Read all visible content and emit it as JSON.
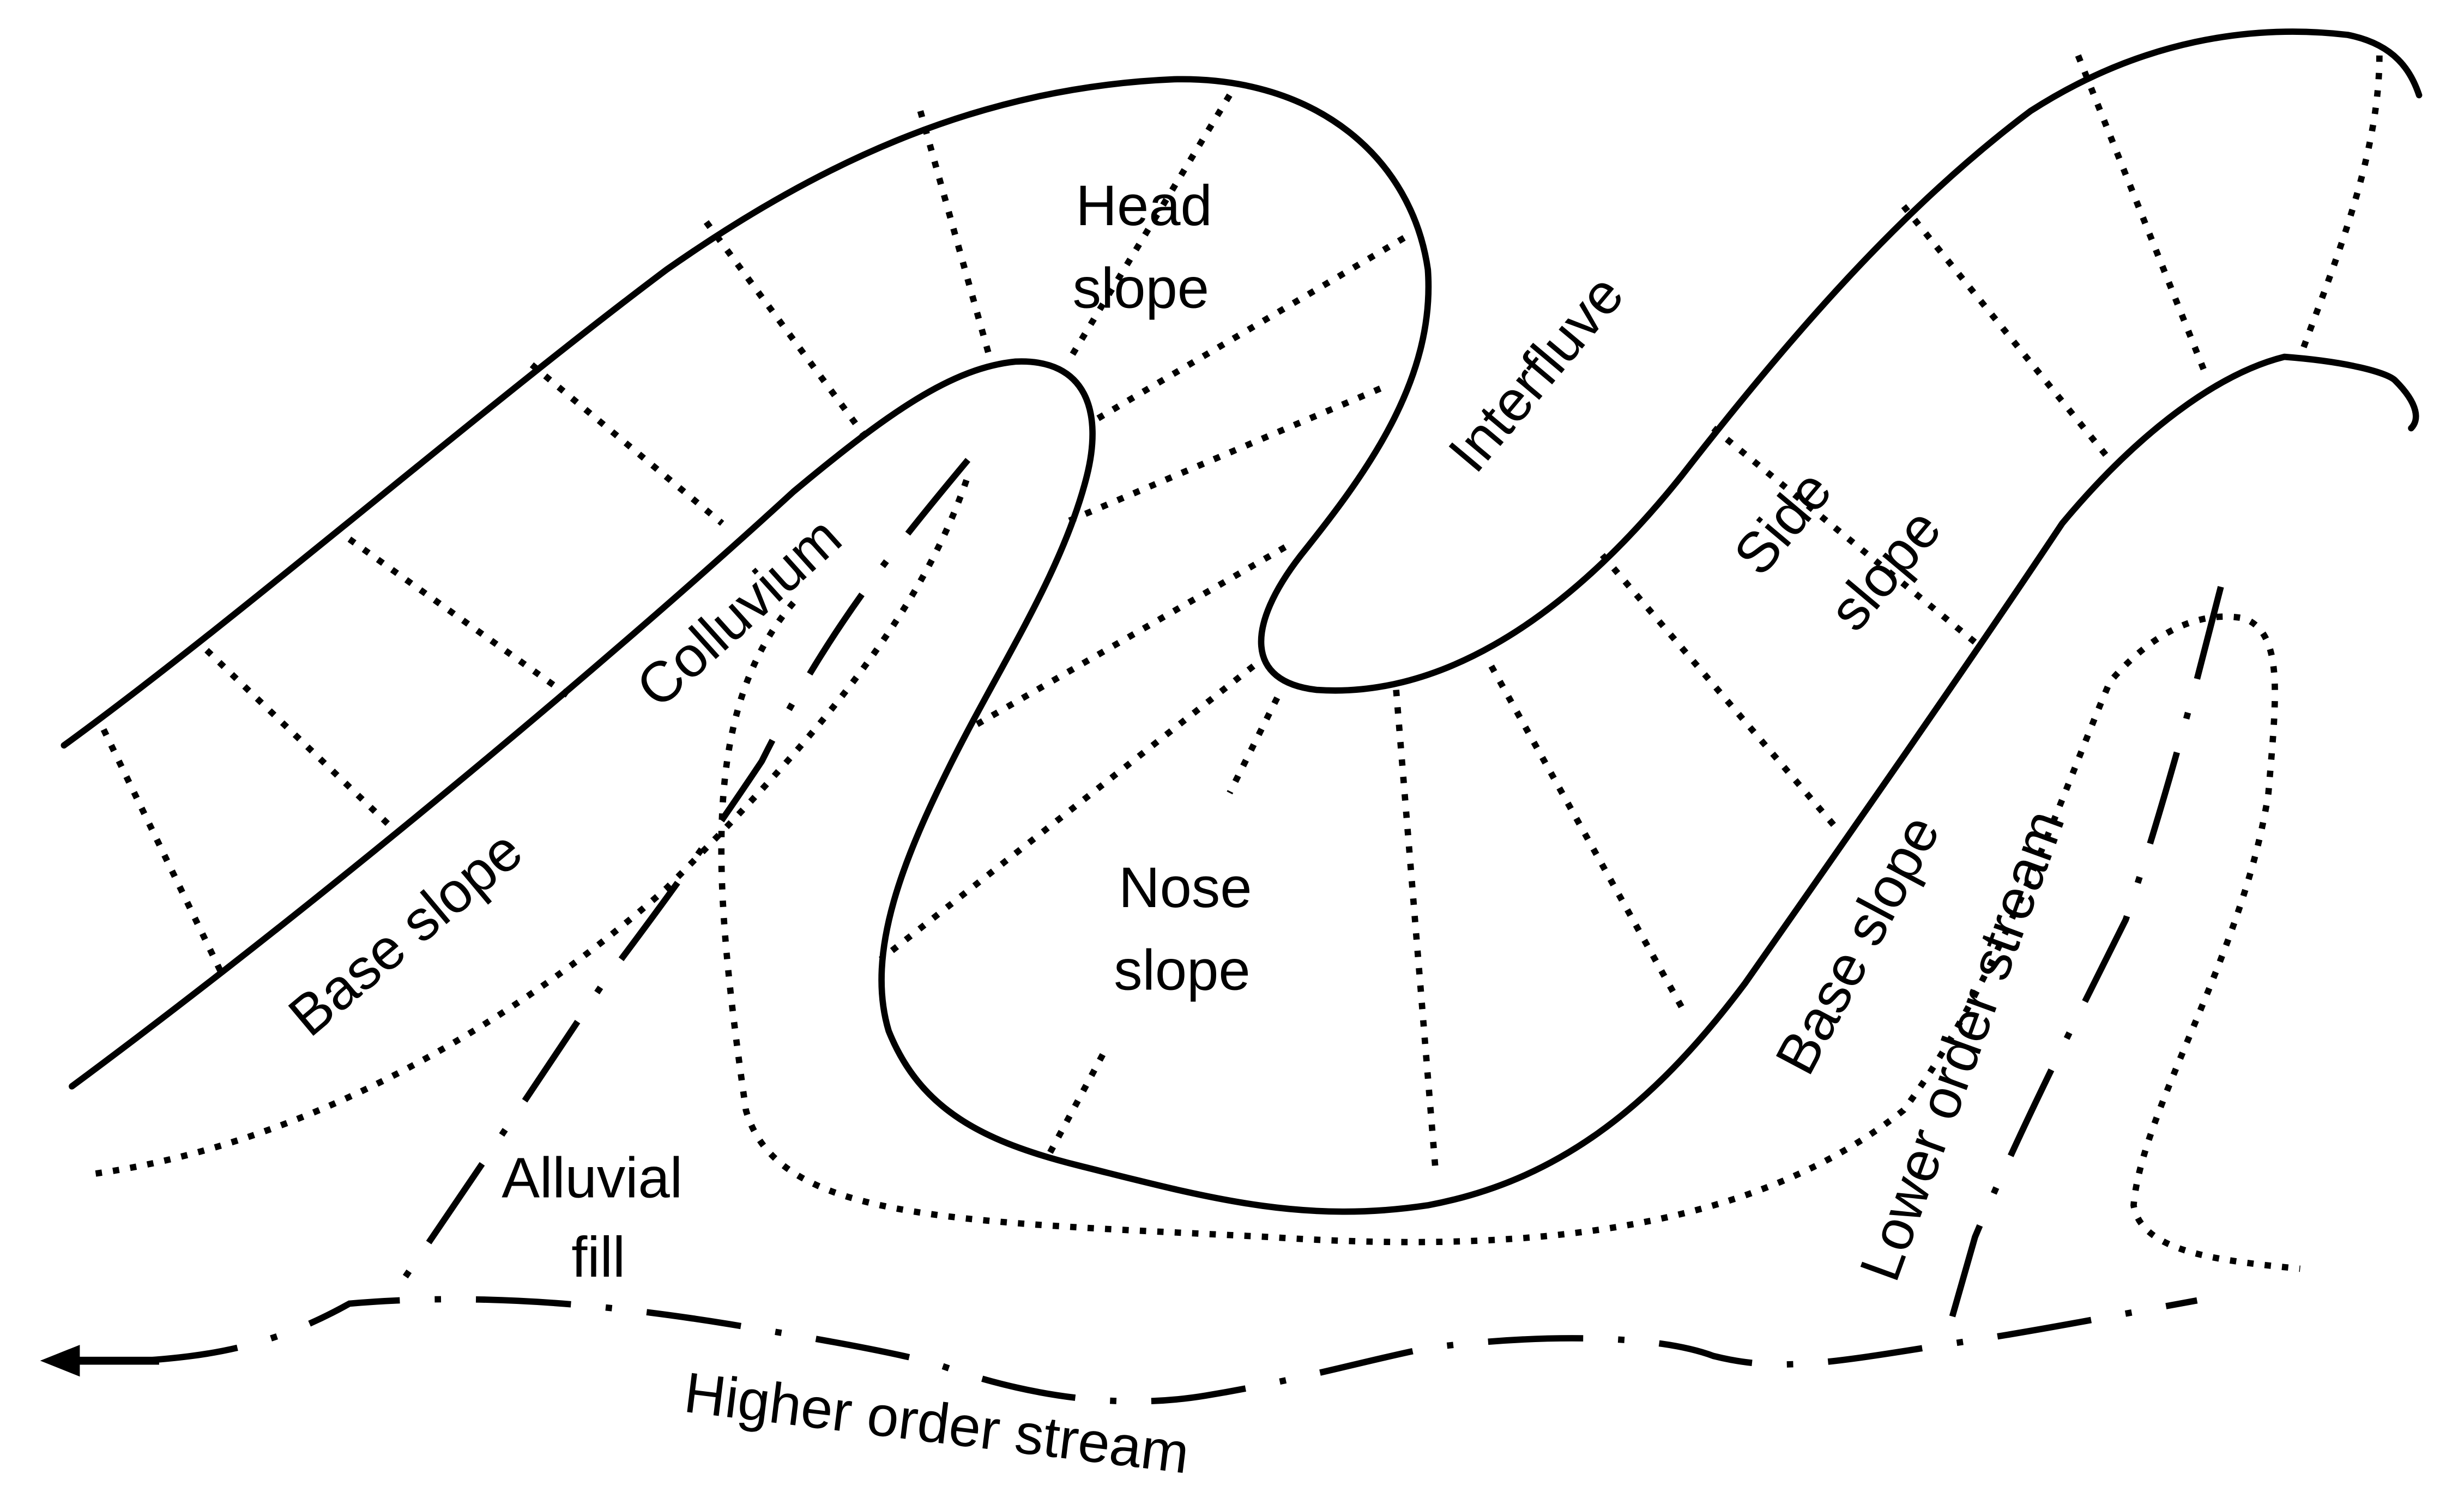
{
  "labels": {
    "head_slope_1": "Head",
    "head_slope_2": "slope",
    "interfluve": "Interfluve",
    "side_slope_1": "Side",
    "side_slope_2": "slope",
    "colluvium": "Colluvium",
    "base_slope_left": "Base slope",
    "base_slope_right": "Base slope",
    "nose_slope_1": "Nose",
    "nose_slope_2": "slope",
    "alluvial_fill_1": "Alluvial",
    "alluvial_fill_2": "fill",
    "lower_order_stream": "Lower order stream",
    "higher_order_stream": "Higher order stream"
  },
  "colors": {
    "line": "#000000",
    "background": "#ffffff"
  }
}
